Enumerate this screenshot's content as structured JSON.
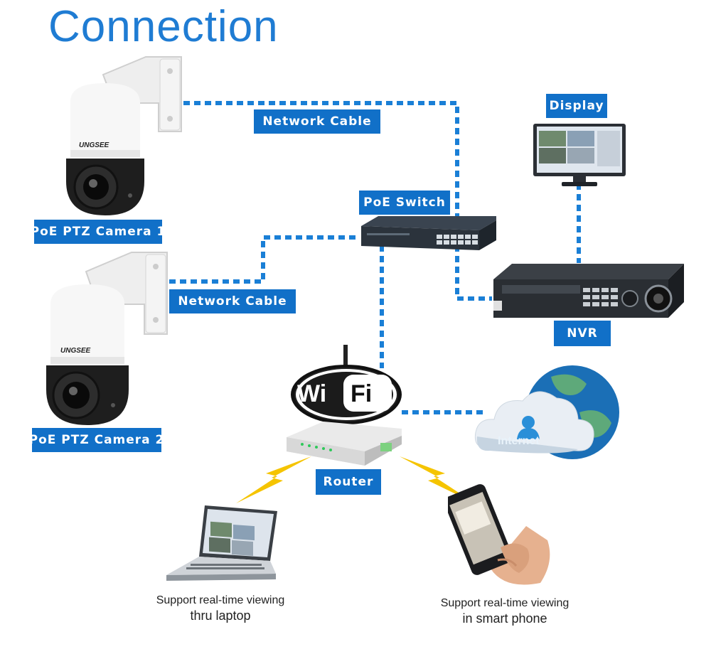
{
  "title": "Connection",
  "labels": {
    "network_cable_1": "Network Cable",
    "network_cable_2": "Network Cable",
    "poe_switch": "PoE Switch",
    "display": "Display",
    "nvr": "NVR",
    "camera_1": "PoE PTZ Camera 1",
    "camera_2": "PoE PTZ Camera 2",
    "router": "Router"
  },
  "wifi_logo": {
    "part1": "Wi",
    "part2": "Fi"
  },
  "internet": "Internet",
  "camera_brand": "UNGSEE",
  "captions": {
    "laptop_line1": "Support real-time viewing",
    "laptop_line2": "thru laptop",
    "phone_line1": "Support real-time viewing",
    "phone_line2": "in smart phone"
  },
  "colors": {
    "accent_blue": "#1170c8",
    "title_blue": "#1f7cd3",
    "wire_blue": "#1a7fd6",
    "lightning_yellow": "#f5c400"
  }
}
